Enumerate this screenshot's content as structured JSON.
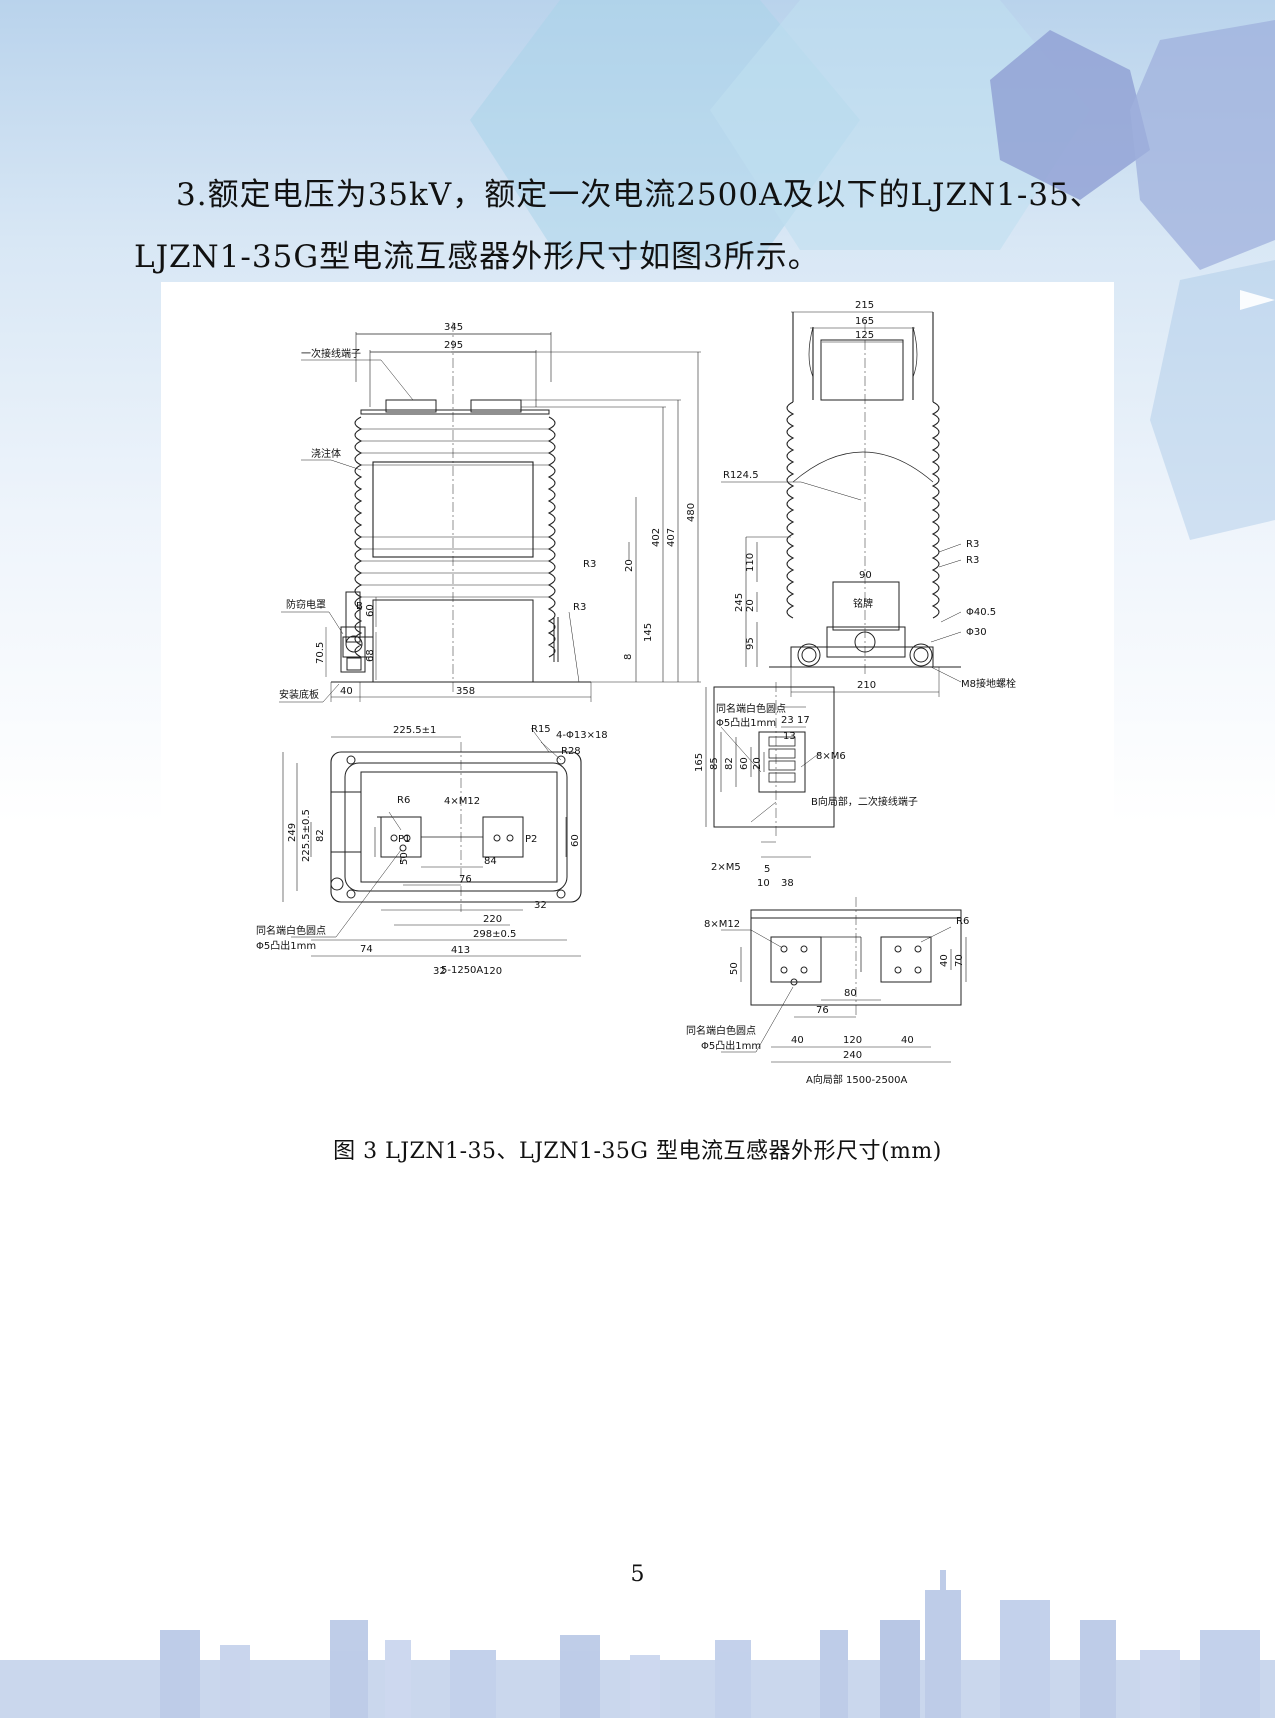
{
  "paragraph": {
    "line1": "3.额定电压为35kV，额定一次电流2500A及以下的LJZN1-35、",
    "line2": "LJZN1-35G型电流互感器外形尺寸如图3所示。"
  },
  "figure": {
    "front_view": {
      "labels": {
        "primary_terminal": "一次接线端子",
        "cast_body": "浇注体",
        "explosion_cover": "防窃电罩",
        "base_plate": "安装底板",
        "section_mark": "B"
      },
      "dims": {
        "w345": "345",
        "w295": "295",
        "h480": "480",
        "h407": "407",
        "h402": "402",
        "h20": "20",
        "r3a": "R3",
        "r3b": "R3",
        "h145": "145",
        "d8": "8",
        "h60": "60",
        "h68": "68",
        "h70_5": "70.5",
        "w40": "40",
        "w358": "358"
      }
    },
    "side_view": {
      "labels": {
        "nameplate": "铭牌",
        "ground_bolt": "M8接地螺栓"
      },
      "dims": {
        "w215": "215",
        "w165": "165",
        "w125": "125",
        "r124_5": "R124.5",
        "r3a": "R3",
        "r3b": "R3",
        "w90": "90",
        "h245": "245",
        "h110": "110",
        "h20": "20",
        "h95": "95",
        "phi40_5": "Φ40.5",
        "phi30": "Φ30",
        "w210": "210"
      }
    },
    "b_detail": {
      "labels": {
        "polarity_mark": "同名端白色圆点",
        "polarity_spec": "Φ5凸出1mm",
        "b_view": "B向局部，二次接线端子"
      },
      "dims": {
        "w23": "23",
        "w17": "17",
        "w13": "13",
        "screws": "8×M6",
        "h165": "165",
        "h85": "85",
        "h82": "82",
        "h60": "60",
        "h20": "20",
        "screws2": "2×M5",
        "w5": "5",
        "w10": "10",
        "w38": "38"
      }
    },
    "bottom_view": {
      "labels": {
        "p1": "P1",
        "p2": "P2",
        "polarity_mark": "同名端白色圆点",
        "polarity_spec": "Φ5凸出1mm",
        "rating": "5-1250A"
      },
      "dims": {
        "w225_5": "225.5±1",
        "r15": "R15",
        "holes": "4-Φ13×18",
        "r28": "R28",
        "r6": "R6",
        "bolts": "4×M12",
        "h249": "249",
        "h225_5": "225.5±0.5",
        "h82": "82",
        "h50": "50",
        "w84": "84",
        "w76": "76",
        "h60": "60",
        "w32a": "32",
        "w120": "120",
        "w32b": "32",
        "w74": "74",
        "w220": "220",
        "w298_5": "298±0.5",
        "w413": "413"
      }
    },
    "a_detail": {
      "labels": {
        "polarity_mark": "同名端白色圆点",
        "polarity_spec": "Φ5凸出1mm",
        "a_view": "A向局部  1500-2500A"
      },
      "dims": {
        "bolts": "8×M12",
        "r6": "R6",
        "h50": "50",
        "h40": "40",
        "h70": "70",
        "w80": "80",
        "w76": "76",
        "w40a": "40",
        "w120": "120",
        "w40b": "40",
        "w240": "240"
      }
    }
  },
  "caption": "图 3   LJZN1-35、LJZN1-35G 型电流互感器外形尺寸(mm)",
  "page_number": "5"
}
